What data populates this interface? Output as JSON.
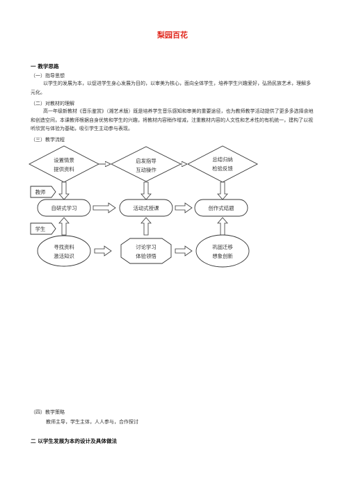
{
  "doc": {
    "title": "梨园百花",
    "section1": {
      "heading": "一  教学思路",
      "s1_title": "（一）指导思想",
      "s1_para": "以学生的发展为本，以促进学生身心发展为目的，以审美为核心，面向全体学生，培养学生兴趣爱好，弘扬民族艺术，理解多元化。",
      "s2_title": "（二）对教材的理解",
      "s2_para": "高一年级新教材《音乐鉴赏》（湘艺术版）既是培养学生音乐感知和审美的重要途径，也为教师教学活动提供了更多多选择余地和创造空间，本课教师根据自身优势和学生的兴趣，将教材内容稍作增减，注重教材内容的人文性和艺术性的有机统一，建构了以视听欣赏与体验为基础，吸引学生主动参与表现。",
      "s3_title": "（三）教学流程",
      "s4_title": "（四）教学策略",
      "s4_text": "教师主导，学生主体，人人参与，合作探讨"
    },
    "section2": {
      "heading": "二  以学生发展为本的设计及具体做法"
    }
  },
  "flow": {
    "tag_teacher": "教师",
    "tag_student": "学生",
    "top": [
      {
        "l1": "设置情景",
        "l2": "提供资料"
      },
      {
        "l1": "启发指导",
        "l2": "互动操作"
      },
      {
        "l1": "总结归纳",
        "l2": "检验反馈"
      }
    ],
    "mid": [
      "自研式学习",
      "活动式授课",
      "创作式结题"
    ],
    "bot": [
      {
        "l1": "寻找资料",
        "l2": "激活知识"
      },
      {
        "l1": "讨论学习",
        "l2": "体验领悟"
      },
      {
        "l1": "巩固迁移",
        "l2": "想象创新"
      }
    ]
  }
}
